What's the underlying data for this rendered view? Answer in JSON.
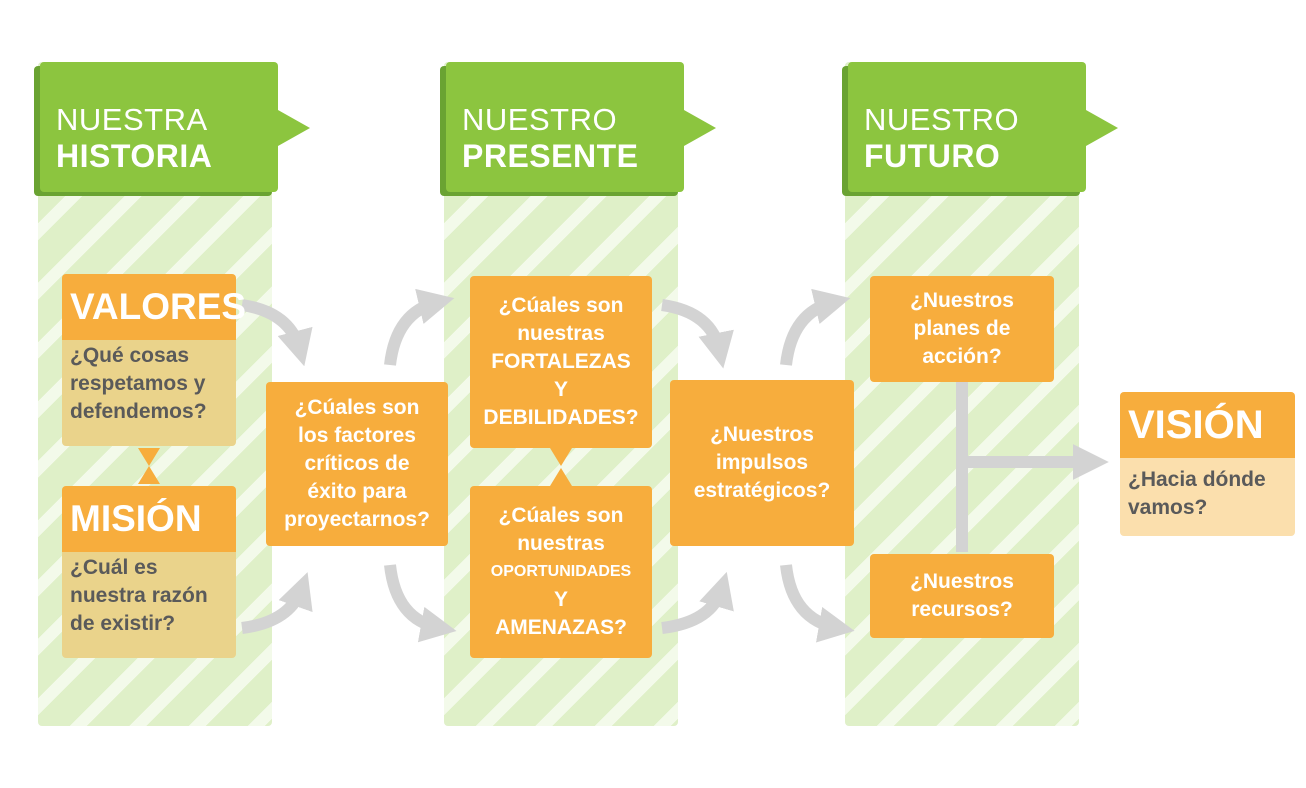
{
  "columns": [
    {
      "line1": "NUESTRA",
      "line2": "HISTORIA"
    },
    {
      "line1": "NUESTRO",
      "line2": "PRESENTE"
    },
    {
      "line1": "NUESTRO",
      "line2": "FUTURO"
    }
  ],
  "valores": {
    "title": "VALORES",
    "q1": "¿Qué cosas",
    "q2": "respetamos y",
    "q3": "defendemos?"
  },
  "mision": {
    "title": "MISIÓN",
    "q1": "¿Cuál es",
    "q2": "nuestra razón",
    "q3": "de existir?"
  },
  "factores": {
    "l1": "¿Cúales son",
    "l2": "los factores",
    "l3": "críticos de",
    "l4": "éxito para",
    "l5": "proyectarnos?"
  },
  "fortalezas": {
    "l1": "¿Cúales son",
    "l2": "nuestras",
    "l3": "FORTALEZAS",
    "l4": "Y",
    "l5": "DEBILIDADES?"
  },
  "oportunidades": {
    "l1": "¿Cúales son",
    "l2": "nuestras",
    "l3": "OPORTUNIDADES",
    "l4": "Y",
    "l5": "AMENAZAS?"
  },
  "impulsos": {
    "l1": "¿Nuestros",
    "l2": "impulsos",
    "l3": "estratégicos?"
  },
  "planes": {
    "l1": "¿Nuestros",
    "l2": "planes de",
    "l3": "acción?"
  },
  "recursos": {
    "l1": "¿Nuestros",
    "l2": "recursos?"
  },
  "vision": {
    "title": "VISIÓN",
    "q1": "¿Hacia dónde",
    "q2": "vamos?"
  },
  "colors": {
    "green": "#8cc53f",
    "dark_green": "#6aa332",
    "orange": "#f7ad3d",
    "tan": "#ead38b",
    "arrow": "#d3d3d3"
  }
}
